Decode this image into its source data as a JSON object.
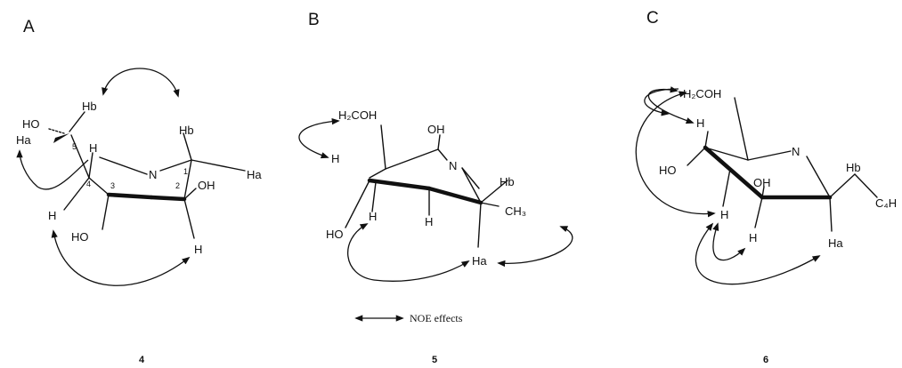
{
  "panels": {
    "A": {
      "label": "A",
      "compound": "4",
      "atoms": {
        "ho": "HO",
        "ha_left": "Ha",
        "hb_left": "Hb",
        "h5_top": "H",
        "n": "N",
        "hb_right": "Hb",
        "ha_right": "Ha",
        "oh": "OH",
        "h_left": "H",
        "ho_bottom": "HO",
        "h_bottom": "H"
      },
      "ring_numbers": [
        "5",
        "4",
        "3",
        "2",
        "1"
      ]
    },
    "B": {
      "label": "B",
      "compound": "5",
      "atoms": {
        "h2coh": "H₂COH",
        "oh": "OH",
        "n": "N",
        "h_left": "H",
        "hb": "Hb",
        "ch3": "CH₃",
        "ho": "HO",
        "h_mid1": "H",
        "h_mid2": "H",
        "ha": "Ha"
      }
    },
    "C": {
      "label": "C",
      "compound": "6",
      "atoms": {
        "h2coh": "H₂COH",
        "h_top": "H",
        "n": "N",
        "ho": "HO",
        "oh": "OH",
        "hb": "Hb",
        "c4h": "C₄H",
        "h_mid": "H",
        "h_low": "H",
        "ha": "Ha"
      }
    }
  },
  "legend": {
    "label": "NOE effects"
  }
}
